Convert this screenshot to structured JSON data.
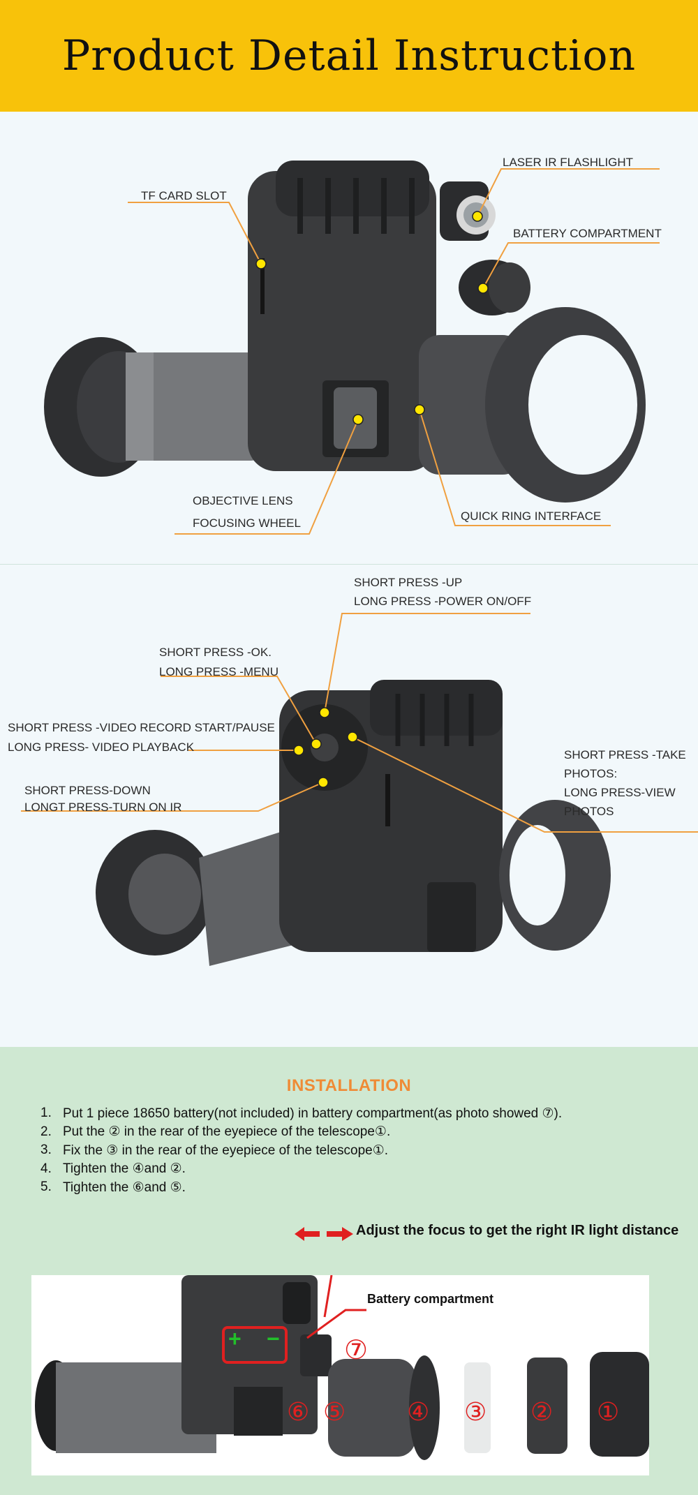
{
  "header": {
    "title": "Product Detail Instruction"
  },
  "diagram1": {
    "labels": {
      "laser": "LASER IR FLASHLIGHT",
      "tf_card": "TF CARD SLOT",
      "battery": "BATTERY COMPARTMENT",
      "objective_1": "OBJECTIVE LENS",
      "objective_2": "FOCUSING WHEEL",
      "quick_ring": "QUICK RING INTERFACE"
    }
  },
  "diagram2": {
    "labels": {
      "up_1": "SHORT PRESS -UP",
      "up_2": "LONG PRESS -POWER ON/OFF",
      "ok_1": "SHORT PRESS -OK.",
      "ok_2": "LONG PRESS -MENU",
      "video_1": "SHORT PRESS -VIDEO RECORD START/PAUSE",
      "video_2": "LONG PRESS- VIDEO PLAYBACK",
      "down_1": "SHORT PRESS-DOWN",
      "down_2": "LONGT PRESS-TURN ON IR",
      "photo_1": "SHORT PRESS -TAKE",
      "photo_2": "PHOTOS:",
      "photo_3": "LONG PRESS-VIEW",
      "photo_4": "PHOTOS"
    }
  },
  "installation": {
    "title": "INSTALLATION",
    "steps": [
      {
        "num": "1.",
        "text": "Put 1 piece 18650 battery(not included) in battery compartment(as photo showed ⑦)."
      },
      {
        "num": "2.",
        "text": "Put the ② in the rear of the eyepiece of the telescope①."
      },
      {
        "num": "3.",
        "text": "Fix the ③ in the rear of the eyepiece of the telescope①."
      },
      {
        "num": "4.",
        "text": "Tighten the ④and ②."
      },
      {
        "num": "5.",
        "text": "Tighten the ⑥and ⑤."
      }
    ],
    "focus_label": "Adjust the focus to get the right IR light distance",
    "battery_label": "Battery compartment",
    "part_numbers": [
      "⑦",
      "⑥",
      "⑤",
      "④",
      "③",
      "②",
      "①"
    ],
    "battery_symbols": [
      "+",
      "−"
    ]
  },
  "colors": {
    "header_bg": "#f8c20a",
    "accent_orange": "#ef8b36",
    "callout_yellow": "#ffe600",
    "install_bg": "#cfe8d2",
    "part_red": "#e02020"
  }
}
